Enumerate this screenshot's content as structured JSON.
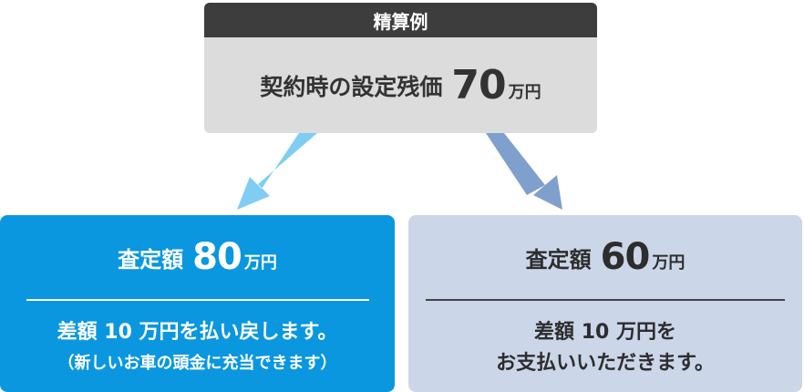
{
  "header": {
    "title": "精算例",
    "label": "契約時の設定残価",
    "value": "70",
    "unit": "万円"
  },
  "left_card": {
    "label": "査定額",
    "value": "80",
    "unit": "万円",
    "line1": "差額 10 万円を払い戻します。",
    "line2": "（新しいお車の頭金に充当できます）"
  },
  "right_card": {
    "label": "査定額",
    "value": "60",
    "unit": "万円",
    "line1": "差額 10 万円を",
    "line2": "お支払いいただきます。"
  },
  "colors": {
    "header_bar": "#3d3d3d",
    "top_box": "#dcdcdc",
    "left_card": "#0a97df",
    "right_card": "#cbd6e8",
    "arrow_left": "#7fcdf2",
    "arrow_right": "#7f9fcd"
  }
}
